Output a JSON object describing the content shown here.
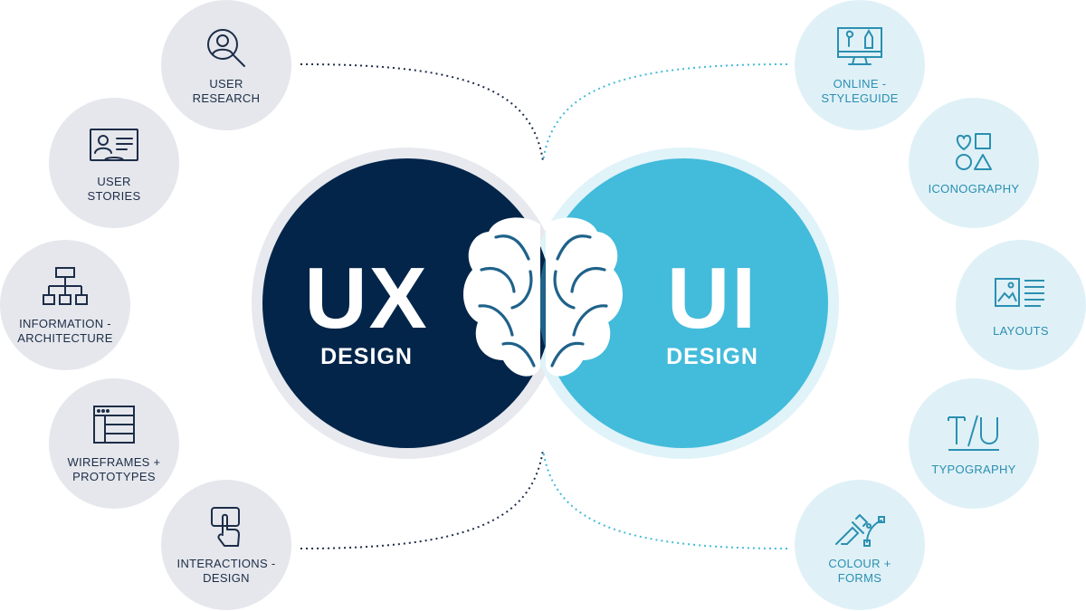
{
  "center": {
    "ux": {
      "title": "UX",
      "subtitle": "DESIGN"
    },
    "ui": {
      "title": "UI",
      "subtitle": "DESIGN"
    }
  },
  "ux_items": [
    {
      "label": "USER\nRESEARCH",
      "icon": "user-research-icon"
    },
    {
      "label": "USER\nSTORIES",
      "icon": "user-stories-icon"
    },
    {
      "label": "INFORMATION -\nARCHITECTURE",
      "icon": "sitemap-icon"
    },
    {
      "label": "WIREFRAMES +\nPROTOTYPES",
      "icon": "wireframe-icon"
    },
    {
      "label": "INTERACTIONS -\nDESIGN",
      "icon": "tap-gesture-icon"
    }
  ],
  "ui_items": [
    {
      "label": "ONLINE -\nSTYLEGUIDE",
      "icon": "styleguide-monitor-icon"
    },
    {
      "label": "ICONOGRAPHY",
      "icon": "shapes-icon"
    },
    {
      "label": "LAYOUTS",
      "icon": "layout-icon"
    },
    {
      "label": "TYPOGRAPHY",
      "icon": "typography-icon"
    },
    {
      "label": "COLOUR +\nFORMS",
      "icon": "pen-tool-icon"
    }
  ],
  "colors": {
    "ux_dark": "#03254a",
    "ui_blue": "#43bbdb",
    "overlap": "#1f628a",
    "ux_halo": "#e7e9ee",
    "ui_halo": "#dff3f9",
    "ux_node": "#e5e7ec",
    "ui_node": "#dff1f7",
    "ux_icon": "#1d2d48",
    "ui_icon": "#2b8fb1"
  }
}
